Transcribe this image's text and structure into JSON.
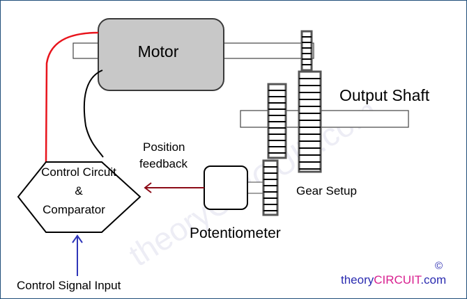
{
  "labels": {
    "motor": "Motor",
    "output_shaft": "Output Shaft",
    "position_feedback_line1": "Position",
    "position_feedback_line2": "feedback",
    "control_circuit_line1": "Control Circuit",
    "control_circuit_line2": "&",
    "control_circuit_line3": "Comparator",
    "gear_setup": "Gear Setup",
    "potentiometer": "Potentiometer",
    "control_signal_input": "Control Signal Input"
  },
  "brand": {
    "prefix": "theory",
    "highlight": "CIRCUIT",
    "suffix": ".com",
    "copyright": "©",
    "watermark": "theoryCIRCUIT.com"
  },
  "colors": {
    "motor_fill": "#c8c8c8",
    "positive_wire": "#e8141c",
    "feedback_arrow": "#8b0a16",
    "input_arrow": "#2e35b8",
    "brand_prefix": "#2a2bb0",
    "brand_highlight": "#d81f8f"
  }
}
